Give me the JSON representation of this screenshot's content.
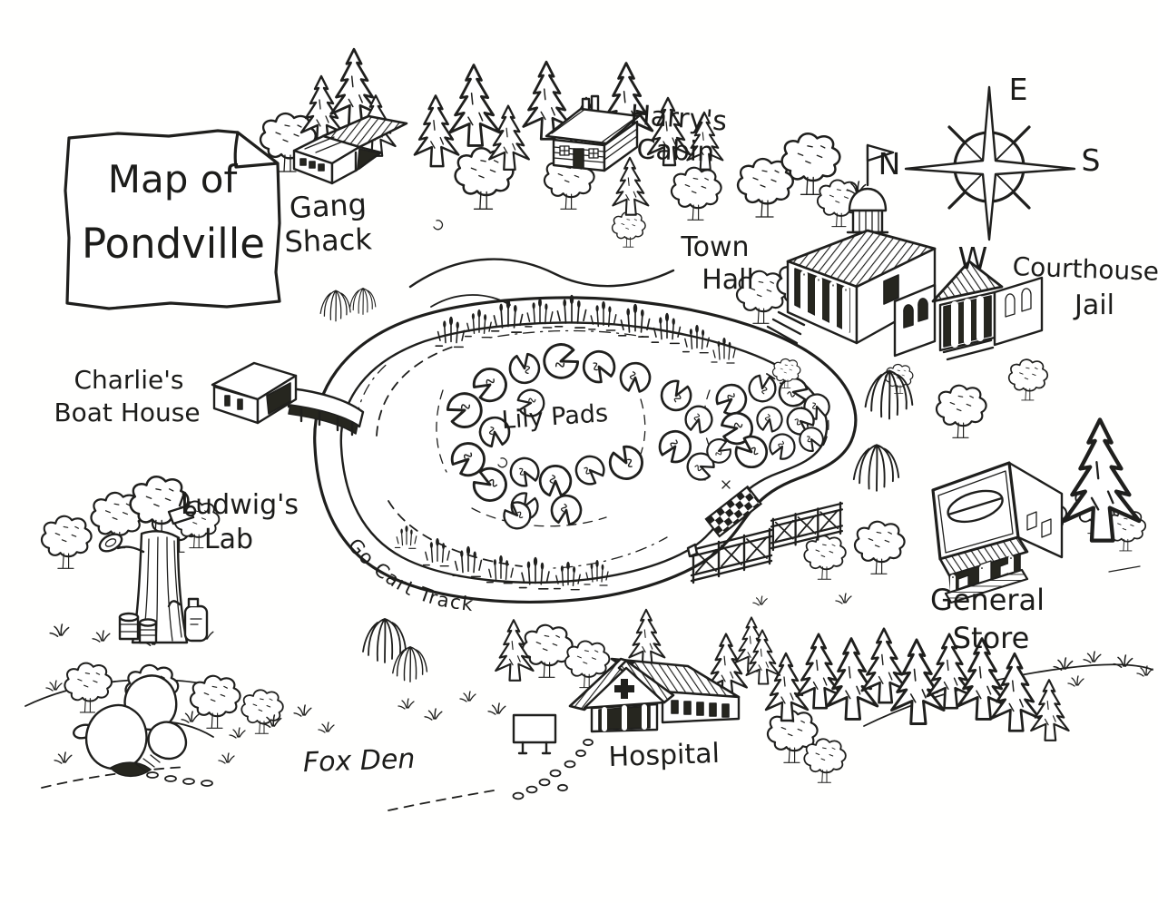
{
  "map": {
    "title": {
      "line1": "Map of",
      "line2": "Pondville"
    },
    "compass": {
      "top": "E",
      "left": "N",
      "right": "S",
      "bottom": "W"
    },
    "locations": {
      "gang_shack": {
        "line1": "Gang",
        "line2": "Shack"
      },
      "harrys_cabin": {
        "line1": "Harry's",
        "line2": "Cabin"
      },
      "town_hall": {
        "line1": "Town",
        "line2": "Hall"
      },
      "courthouse_jail": {
        "line1": "Courthouse",
        "line2": "Jail"
      },
      "charlies_boat_house": {
        "line1": "Charlie's",
        "line2": "Boat House"
      },
      "ludwigs_lab": {
        "line1": "Ludwig's",
        "line2": "Lab"
      },
      "lily_pads": {
        "label": "Lily Pads"
      },
      "go_cart_track": {
        "label": "Go Cart Track"
      },
      "general_store": {
        "line1": "General",
        "line2": "Store"
      },
      "fox_den": {
        "label": "Fox Den"
      },
      "hospital": {
        "label": "Hospital"
      }
    },
    "colors": {
      "ink": "#1f1f1d",
      "paper": "#ffffff",
      "dark_fill": "#26261f"
    }
  }
}
